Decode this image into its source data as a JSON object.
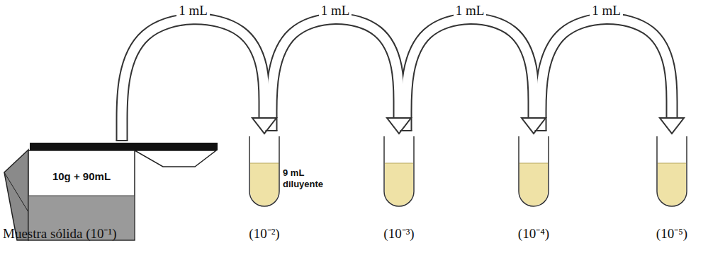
{
  "diagram": {
    "nodes": [
      {
        "text": [
          "10g + 90mL",
          "Muestra sólida (10⁻¹)"
        ]
      },
      {
        "text": [
          "9 mL diluyente",
          "(10⁻²)"
        ]
      },
      {
        "text": [
          "(10⁻³)"
        ]
      },
      {
        "text": [
          "(10⁻⁴)"
        ]
      },
      {
        "text": [
          "(10⁻⁵)"
        ]
      }
    ],
    "edges": [
      {
        "from": 0,
        "to": 1,
        "arrow": "to",
        "label": "1 mL"
      },
      {
        "from": 1,
        "to": 2,
        "arrow": "to",
        "label": "1 mL"
      },
      {
        "from": 2,
        "to": 3,
        "arrow": "to",
        "label": "1 mL"
      },
      {
        "from": 3,
        "to": 4,
        "arrow": "to",
        "label": "1 mL"
      }
    ]
  }
}
